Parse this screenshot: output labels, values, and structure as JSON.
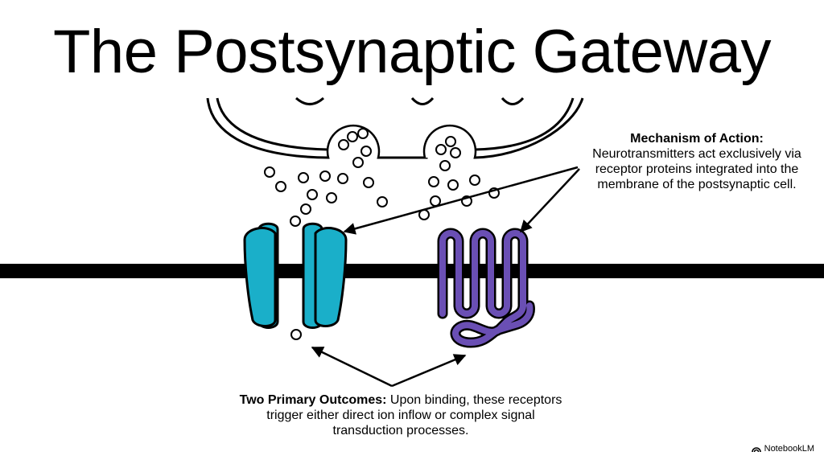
{
  "title": "The Postsynaptic Gateway",
  "mechanism": {
    "heading": "Mechanism of Action:",
    "text": "Neurotransmitters act exclusively via receptor proteins integrated into the membrane of the postsynaptic cell."
  },
  "outcomes": {
    "heading": "Two Primary Outcomes:",
    "text": "Upon binding, these receptors trigger either direct ion inflow or complex signal transduction processes."
  },
  "brand": {
    "label": "NotebookLM",
    "icon": "notebooklm-logo-icon"
  },
  "colors": {
    "ion_channel": "#1AAFC9",
    "gpcr": "#6A4FB4",
    "membrane": "#000000",
    "background": "#FFFFFF"
  }
}
